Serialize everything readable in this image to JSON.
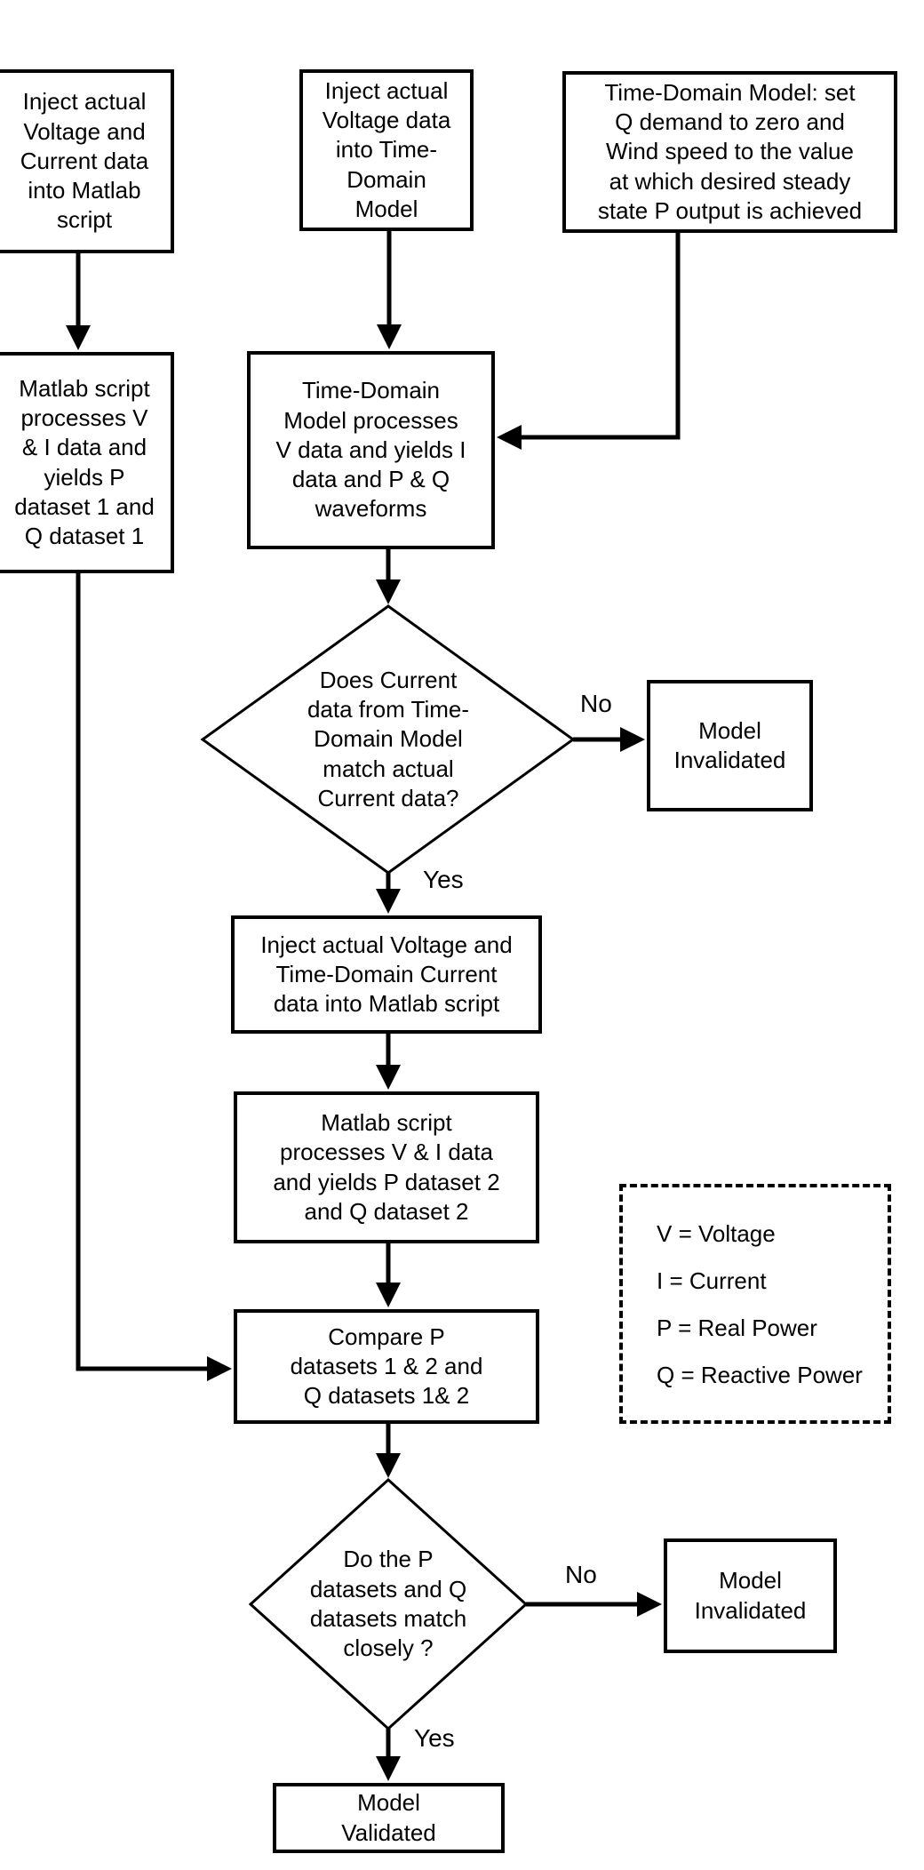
{
  "diagram": {
    "nodes": {
      "inject_v_i_matlab": "Inject actual\nVoltage and\nCurrent data\ninto Matlab\nscript",
      "inject_v_time_domain": "Inject actual\nVoltage data\ninto Time-\nDomain\nModel",
      "td_model_setup": "Time-Domain Model: set\nQ demand to zero and\nWind speed to the value\nat which desired steady\nstate P output is achieved",
      "matlab_dataset_1": "Matlab script\nprocesses V\n& I data and\nyields P\ndataset 1 and\nQ dataset 1",
      "td_model_process": "Time-Domain\nModel processes\nV data and yields I\ndata and P & Q\nwaveforms",
      "decision_current_match": "Does Current\ndata from Time-\nDomain Model\nmatch actual\nCurrent data?",
      "model_invalidated_1": "Model\nInvalidated",
      "inject_v_td_current": "Inject actual Voltage and\nTime-Domain Current\ndata into Matlab script",
      "matlab_dataset_2": "Matlab script\nprocesses V & I data\nand yields P dataset 2\nand Q dataset 2",
      "compare_datasets": "Compare P\ndatasets 1 & 2 and\nQ datasets 1& 2",
      "decision_pq_match": "Do the P\ndatasets and Q\ndatasets match\nclosely ?",
      "model_invalidated_2": "Model\nInvalidated",
      "model_validated": "Model\nValidated"
    },
    "labels": {
      "no_1": "No",
      "yes_1": "Yes",
      "no_2": "No",
      "yes_2": "Yes"
    },
    "legend": {
      "items": [
        "V = Voltage",
        "I = Current",
        "P = Real Power",
        "Q = Reactive Power"
      ]
    },
    "colors": {
      "stroke": "#000000",
      "background": "#ffffff"
    }
  }
}
